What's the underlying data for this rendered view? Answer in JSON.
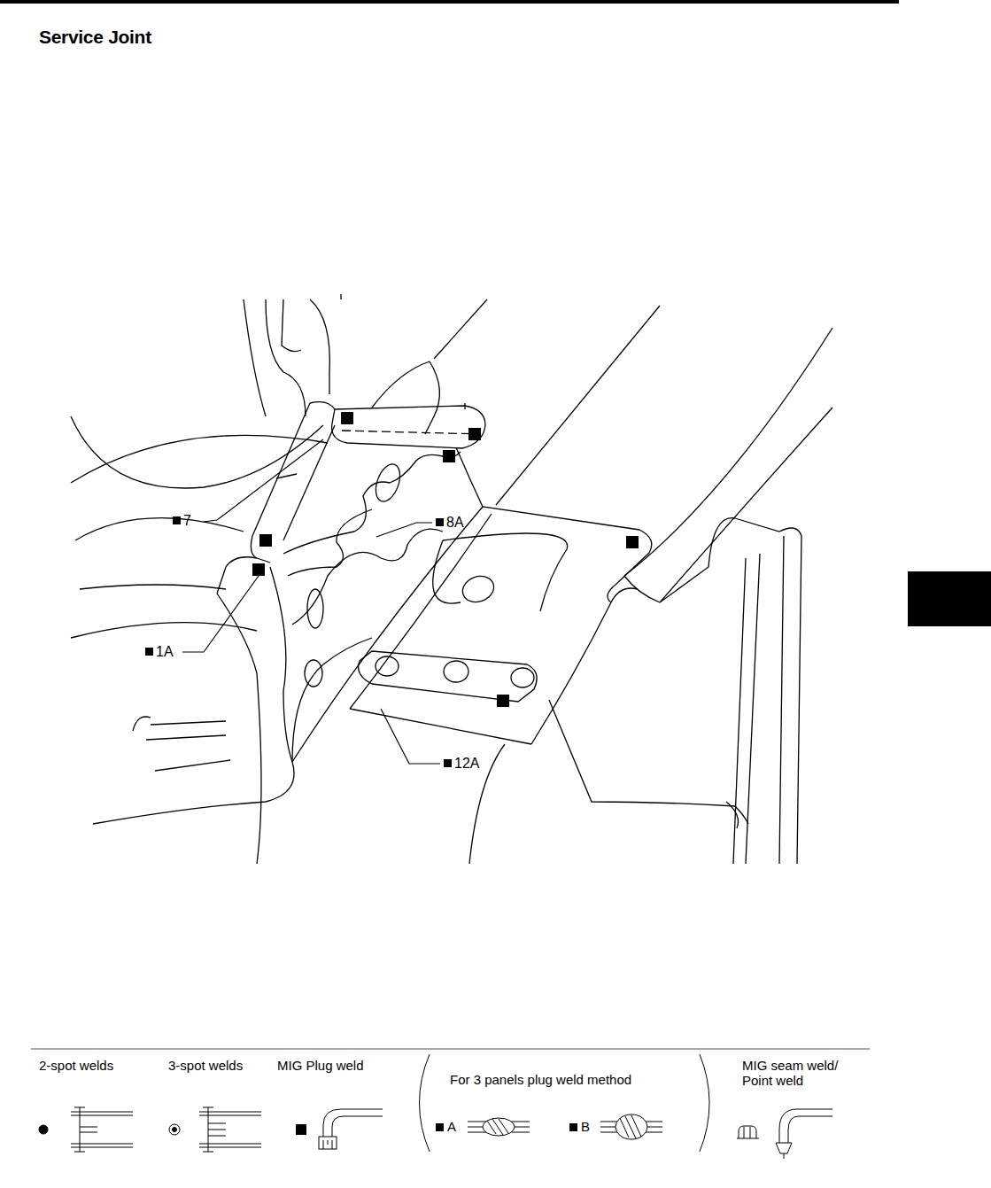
{
  "diagram": {
    "title": "Service Joint",
    "labels": [
      "7",
      "8A",
      "1A",
      "12A",
      "For 3 panels plug weld method"
    ],
    "legend": [
      {
        "text": "2-spot welds"
      },
      {
        "text": "3-spot welds"
      },
      {
        "text": "MIG Plug weld"
      },
      {
        "text": "A"
      },
      {
        "text": "B"
      },
      {
        "text": "MIG seam weld/ Point weld"
      }
    ]
  }
}
